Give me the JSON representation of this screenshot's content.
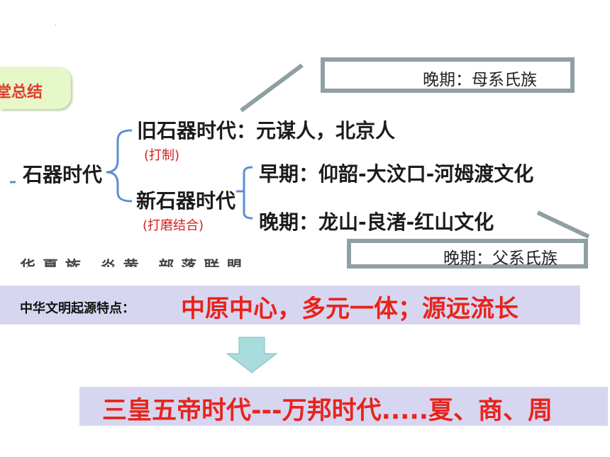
{
  "summary": {
    "label": "堂总结"
  },
  "tree": {
    "root": "石器时代",
    "paleolithic": {
      "label": "旧石器时代：元谋人，北京人",
      "note": "(打制)"
    },
    "neolithic": {
      "label": "新石器时代",
      "note": "(打磨结合)"
    },
    "early": {
      "label": "早期：仰韶-大汶口-河姆渡文化"
    },
    "late": {
      "label": "晚期：龙山-良渚-红山文化"
    }
  },
  "callouts": {
    "top": "晚期：母系氏族",
    "bottom": "晚期：父系氏族"
  },
  "faded_line": "华夏族 炎黄 部落联盟",
  "feature": {
    "label": "中华文明起源特点：",
    "value": "中原中心，多元一体；源远流长"
  },
  "era": "三皇五帝时代---万邦时代.....夏、商、周",
  "colors": {
    "accent_red": "#e8231b",
    "band": "#d7d6f1",
    "arrow": "#a9dcdc",
    "callout_border": "#8fa0a3"
  }
}
